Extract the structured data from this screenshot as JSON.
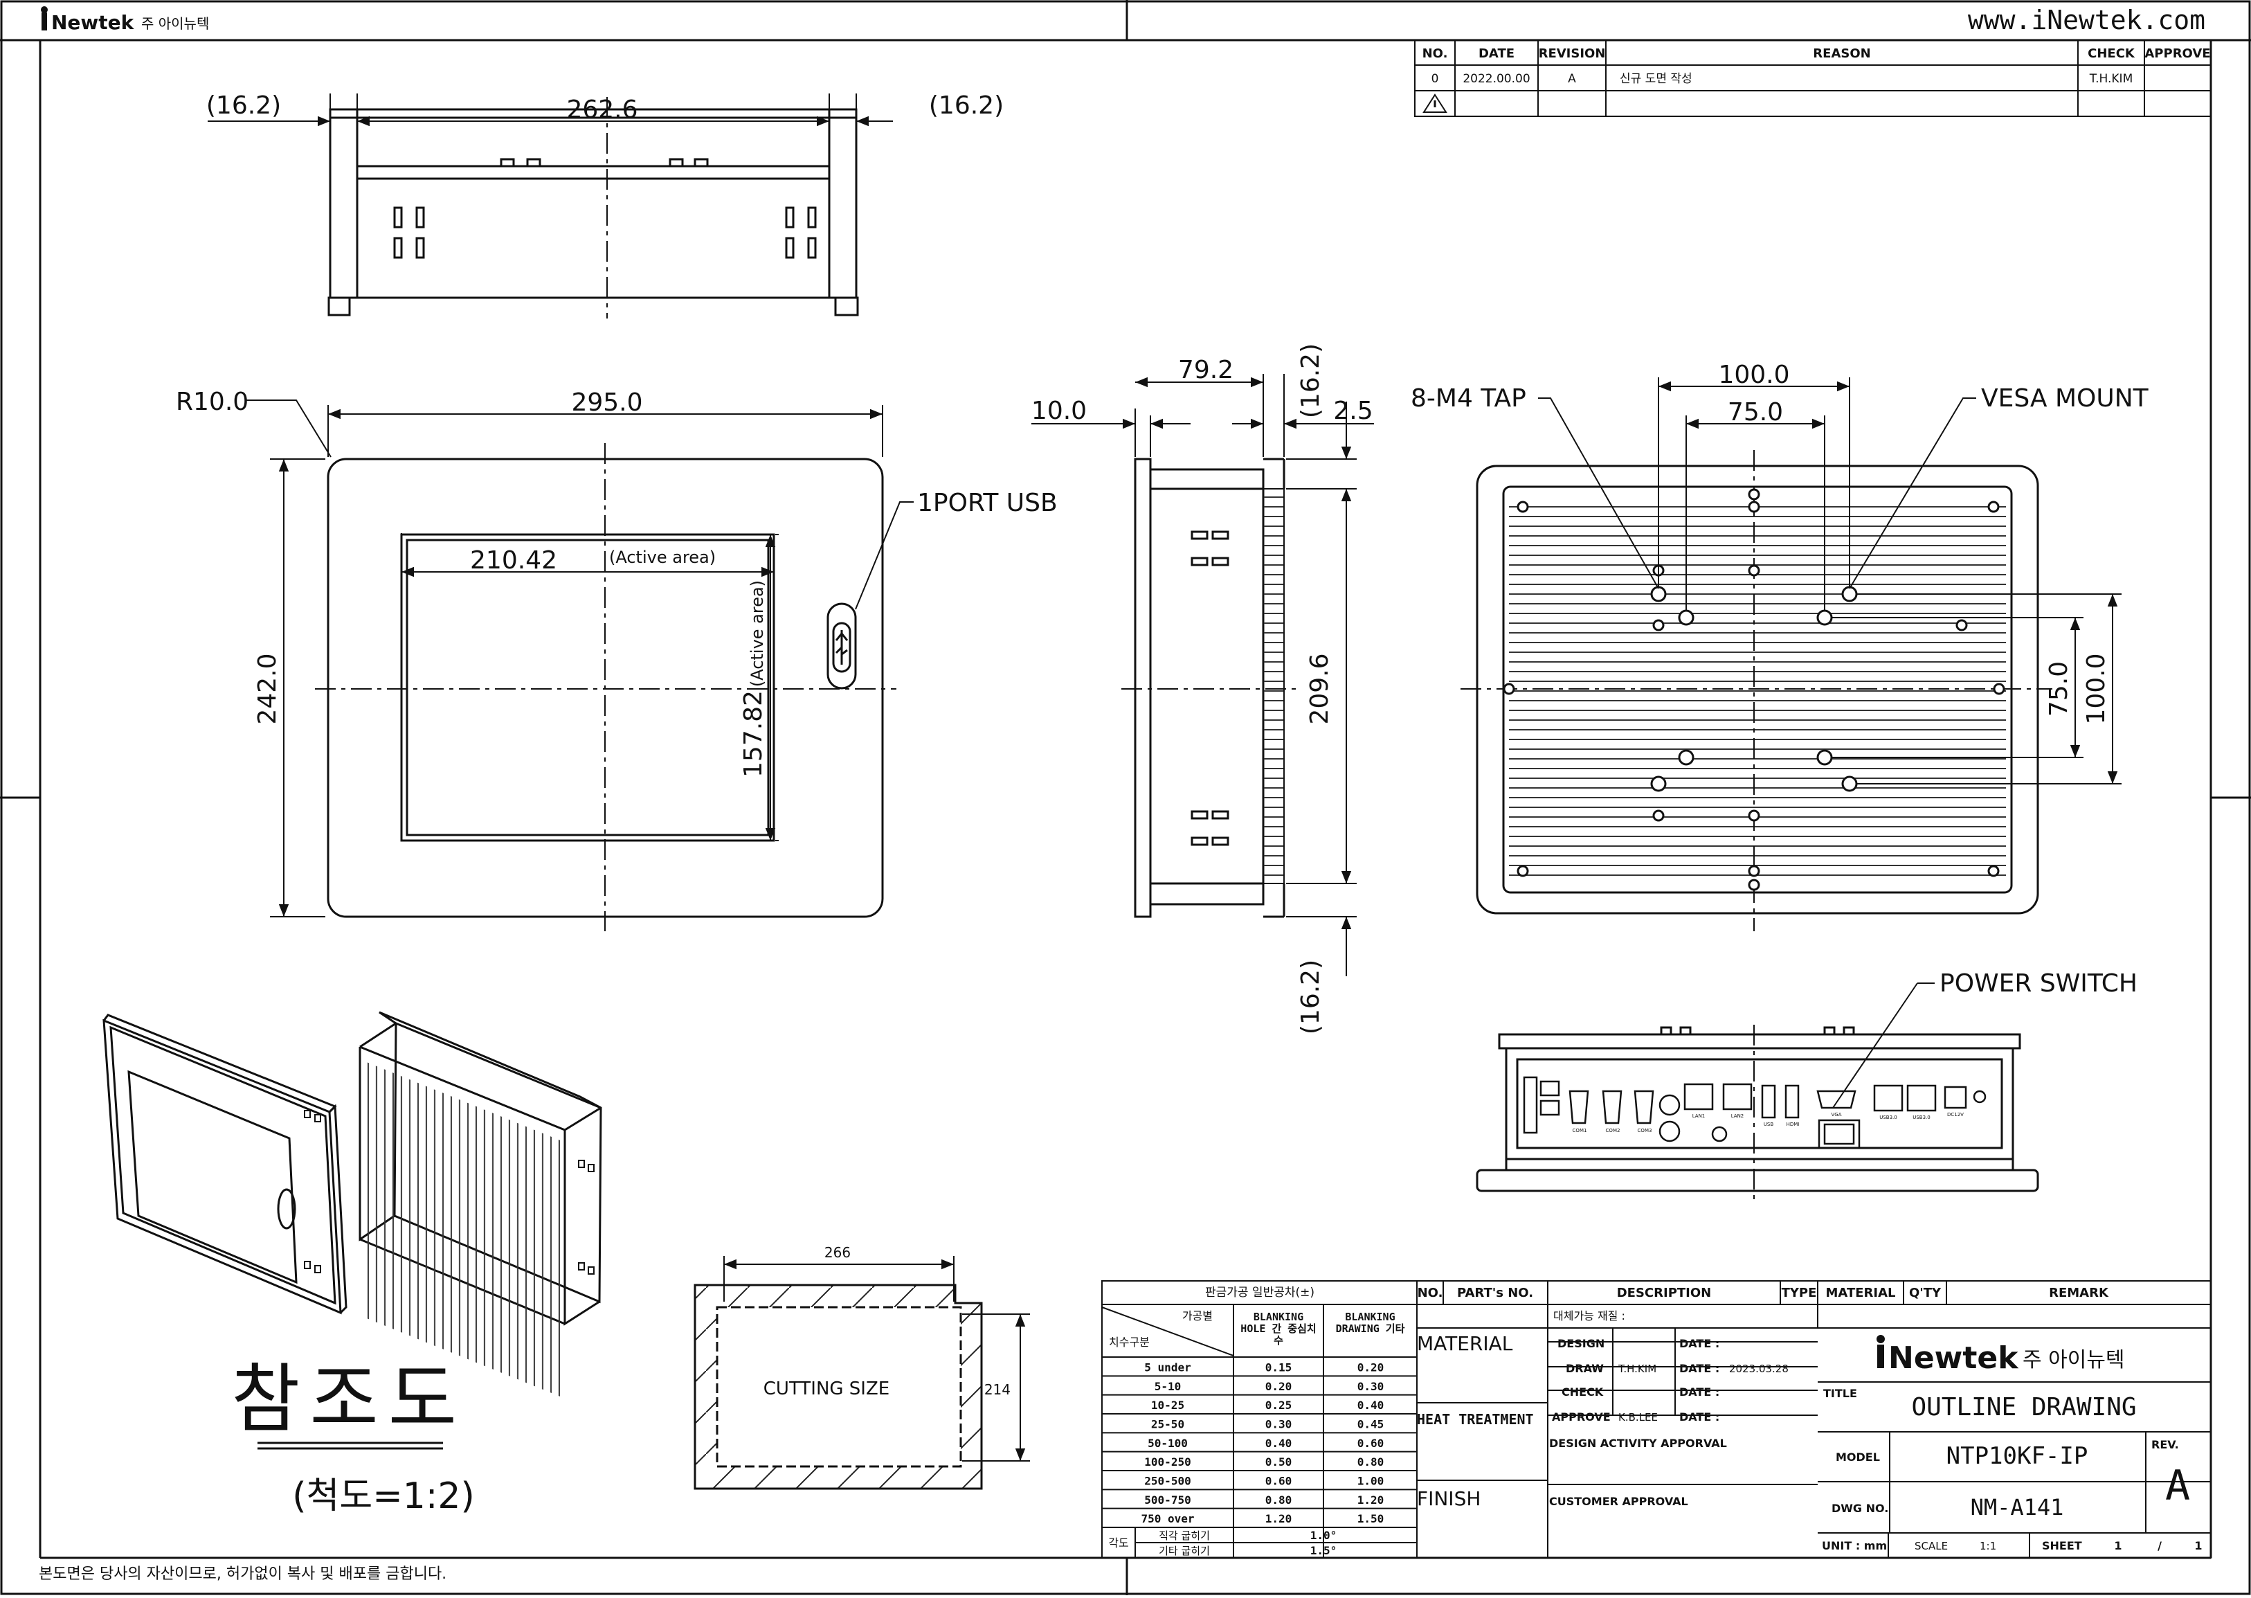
{
  "header": {
    "logo_text": "Newtek",
    "company_kr": "주 아이뉴텍",
    "website": "www.iNewtek.com"
  },
  "revision_table": {
    "headers": [
      "NO.",
      "DATE",
      "REVISION",
      "REASON",
      "CHECK",
      "APPROVE"
    ],
    "rows": [
      {
        "no": "0",
        "date": "2022.00.00",
        "revision": "A",
        "reason": "신규 도면 작성",
        "check": "T.H.KIM",
        "approve": ""
      }
    ]
  },
  "top_view": {
    "dim_width": "262.6",
    "dim_left": "(16.2)",
    "dim_right": "(16.2)"
  },
  "front_view": {
    "dim_width": "295.0",
    "dim_height": "242.0",
    "radius": "R10.0",
    "active_w": "210.42",
    "active_w_note": "(Active area)",
    "active_h": "157.82",
    "active_h_note": "(Active area)",
    "usb_label": "1PORT USB"
  },
  "side_view": {
    "dim_depth": "79.2",
    "dim_bezel": "10.0",
    "dim_top": "(16.2)",
    "dim_gap": "2.5",
    "dim_height": "209.6",
    "dim_bottom": "(16.2)"
  },
  "rear_view": {
    "tap_label": "8-M4 TAP",
    "vesa_label": "VESA MOUNT",
    "dim_100_h": "100.0",
    "dim_75_h": "75.0",
    "dim_75_v": "75.0",
    "dim_100_v": "100.0"
  },
  "io_view": {
    "power_label": "POWER SWITCH",
    "port_labels": [
      "COM1",
      "COM2",
      "COM3",
      "LAN1",
      "LAN2",
      "USB",
      "HDMI",
      "VGA",
      "USB3.0",
      "USB3.0",
      "DC12V"
    ]
  },
  "reference": {
    "title": "참조도",
    "scale": "(척도=1:2)"
  },
  "cutting": {
    "width": "266",
    "height": "214",
    "label": "CUTTING SIZE"
  },
  "tolerance": {
    "title": "판금가공 일반공차(±)",
    "col_head_a": "가공별",
    "col_head_b": "치수구분",
    "col1": "BLANKING HOLE 간 중심치수",
    "col2": "BLANKING DRAWING 기타",
    "rows": [
      {
        "range": "5 under",
        "a": "0.15",
        "b": "0.20"
      },
      {
        "range": "5-10",
        "a": "0.20",
        "b": "0.30"
      },
      {
        "range": "10-25",
        "a": "0.25",
        "b": "0.40"
      },
      {
        "range": "25-50",
        "a": "0.30",
        "b": "0.45"
      },
      {
        "range": "50-100",
        "a": "0.40",
        "b": "0.60"
      },
      {
        "range": "100-250",
        "a": "0.50",
        "b": "0.80"
      },
      {
        "range": "250-500",
        "a": "0.60",
        "b": "1.00"
      },
      {
        "range": "500-750",
        "a": "0.80",
        "b": "1.20"
      },
      {
        "range": "750 over",
        "a": "1.20",
        "b": "1.50"
      }
    ],
    "angle_label": "각도",
    "angle_rows": [
      {
        "label": "직각 굽히기",
        "value": "1.0°"
      },
      {
        "label": "기타 굽히기",
        "value": "1.5°"
      }
    ]
  },
  "title_block": {
    "headers": [
      "NO.",
      "PART's NO.",
      "DESCRIPTION",
      "TYPE",
      "MATERIAL",
      "Q'TY",
      "REMARK"
    ],
    "substitute": "대체가능 재질 :",
    "material": "MATERIAL",
    "heat": "HEAT TREATMENT",
    "finish": "FINISH",
    "design": "DESIGN",
    "draw": "DRAW",
    "draw_name": "T.H.KIM",
    "check": "CHECK",
    "approve": "APPROVE",
    "approve_name": "K.B.LEE",
    "date_label": "DATE :",
    "draw_date": "2023.03.28",
    "activity": "DESIGN ACTIVITY APPORVAL",
    "customer": "CUSTOMER APPROVAL",
    "title_label": "TITLE",
    "title_value": "OUTLINE DRAWING",
    "model_label": "MODEL",
    "model_value": "NTP10KF-IP",
    "rev_label": "REV.",
    "rev_value": "A",
    "dwg_label": "DWG NO.",
    "dwg_value": "NM-A141",
    "unit_label": "UNIT : mm",
    "scale_label": "SCALE",
    "scale_value": "1:1",
    "sheet_label": "SHEET",
    "sheet_value": "1",
    "sheet_sep": "/",
    "sheet_total": "1",
    "logo_text": "Newtek",
    "logo_kr": "주 아이뉴텍"
  },
  "footer": {
    "notice": "본도면은 당사의 자산이므로, 허가없이 복사 및 배포를 금합니다."
  }
}
